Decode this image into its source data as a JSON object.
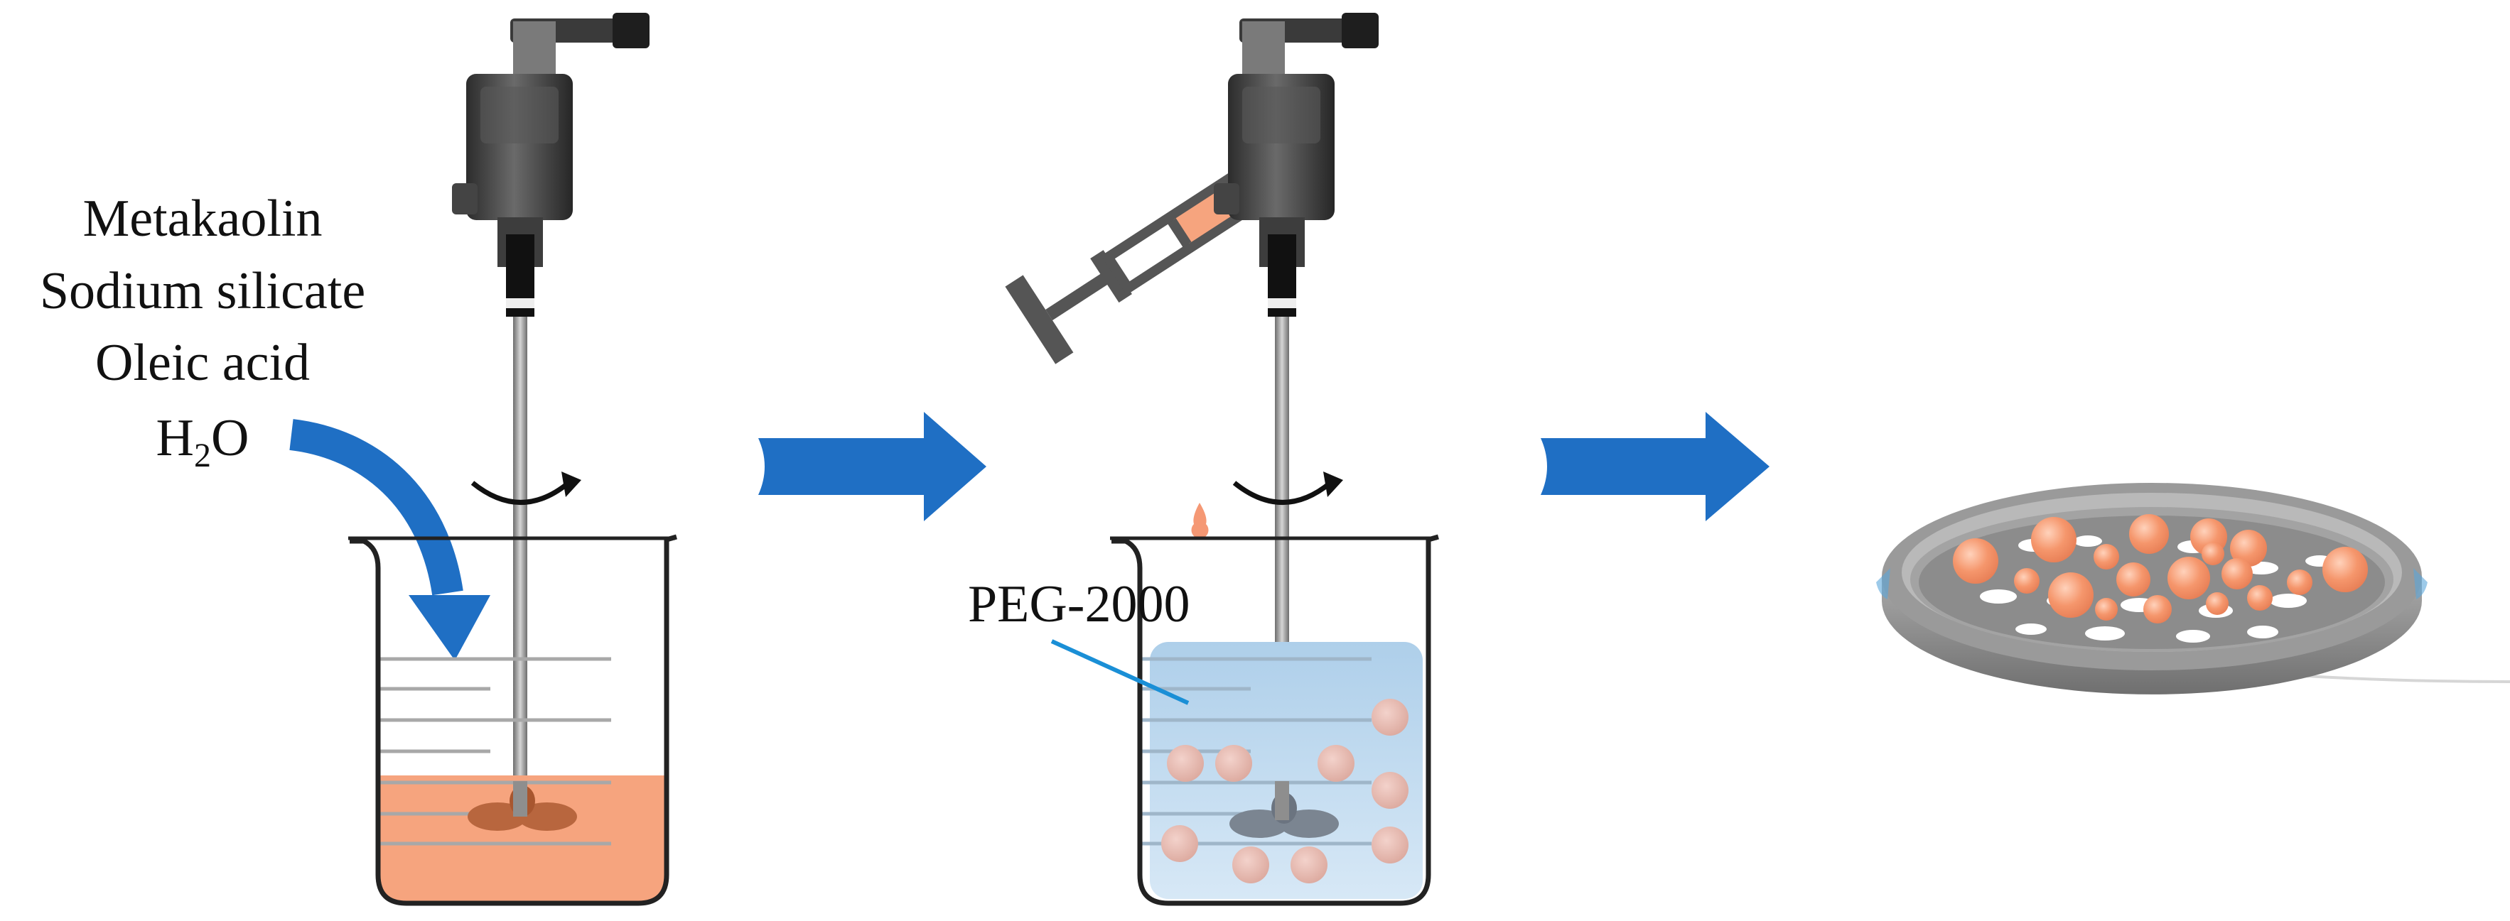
{
  "ingredients": {
    "line1": "Metakaolin",
    "line2": "Sodium silicate",
    "line3": "Oleic acid",
    "water_main": "H",
    "water_sub": "2",
    "water_end": "O"
  },
  "additive_label": "PEG-2000",
  "colors": {
    "arrow_blue": "#1f6fc4",
    "slurry": "#f6a47e",
    "droplet": "#f59874",
    "emulsion": "#b9d7ee",
    "mixer_body": "#3b3b3b",
    "dish": "#8e8e8e"
  },
  "icons": [
    "overhead-stirrer-icon",
    "beaker-icon",
    "syringe-icon",
    "petri-dish-icon",
    "process-arrow-icon"
  ]
}
